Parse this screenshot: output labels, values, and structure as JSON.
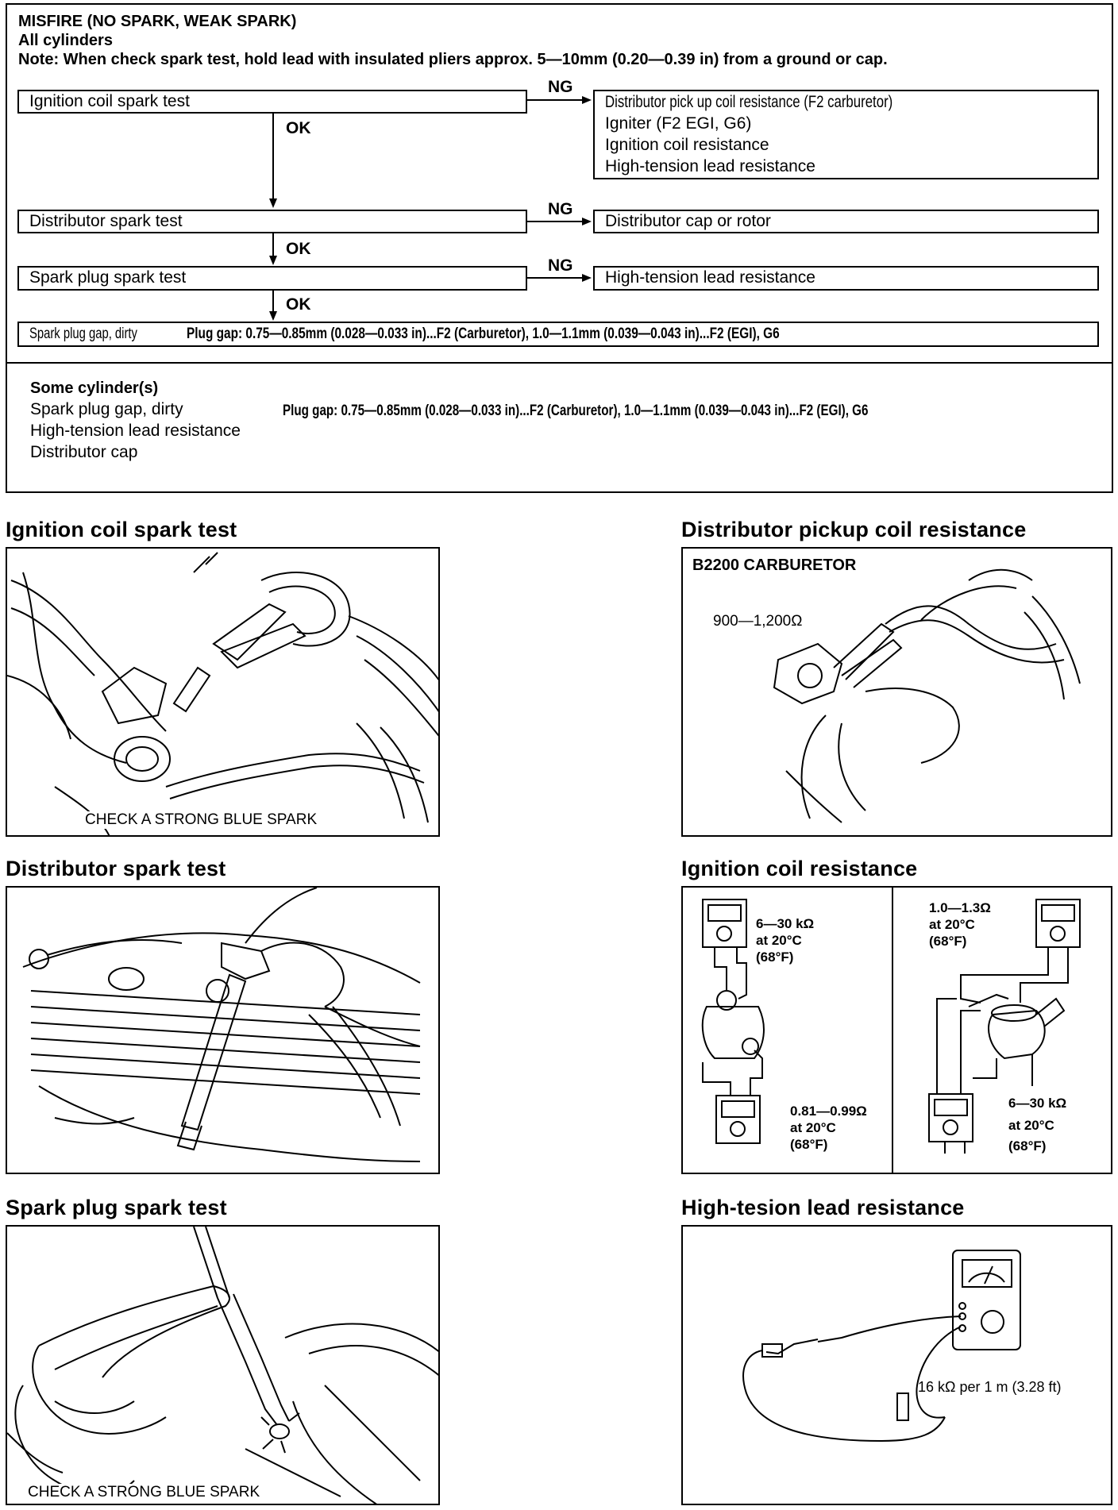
{
  "flowchart": {
    "title": "MISFIRE (NO SPARK, WEAK SPARK)",
    "subtitle": "All cylinders",
    "note": "Note: When check spark test, hold lead with insulated pliers approx. 5—10mm (0.20—0.39 in) from a ground or cap.",
    "steps": [
      {
        "label": "Ignition coil spark test"
      },
      {
        "label": "Distributor spark test"
      },
      {
        "label": "Spark plug spark test"
      }
    ],
    "ok_label": "OK",
    "ng_label": "NG",
    "ng_results": {
      "coil": [
        "Distributor pick up coil resistance (F2 carburetor)",
        "Igniter (F2 EGI, G6)",
        "Ignition coil resistance",
        "High-tension lead resistance"
      ],
      "distributor": "Distributor cap or rotor",
      "plug": "High-tension lead resistance"
    },
    "final": {
      "label": "Spark plug gap, dirty",
      "spec": "Plug gap: 0.75—0.85mm (0.028—0.033 in)...F2 (Carburetor), 1.0—1.1mm (0.039—0.043 in)...F2 (EGI), G6"
    }
  },
  "some_cylinders": {
    "title": "Some cylinder(s)",
    "items": [
      "Spark plug gap, dirty",
      "High-tension lead resistance",
      "Distributor cap"
    ],
    "spec": "Plug gap: 0.75—0.85mm (0.028—0.033 in)...F2 (Carburetor), 1.0—1.1mm (0.039—0.043 in)...F2 (EGI), G6"
  },
  "figures": {
    "ignition_coil_spark_test": {
      "title": "Ignition coil spark test",
      "caption": "CHECK A STRONG BLUE SPARK"
    },
    "distributor_pickup_coil_resistance": {
      "title": "Distributor pickup coil resistance",
      "model": "B2200 CARBURETOR",
      "value": "900—1,200Ω"
    },
    "distributor_spark_test": {
      "title": "Distributor spark test"
    },
    "ignition_coil_resistance": {
      "title": "Ignition coil resistance",
      "left_top": [
        "6—30 kΩ",
        "at 20°C",
        "(68°F)"
      ],
      "left_bottom": [
        "0.81—0.99Ω",
        "at 20°C",
        "(68°F)"
      ],
      "right_top": [
        "1.0—1.3Ω",
        "at 20°C",
        "(68°F)"
      ],
      "right_bottom": [
        "6—30 kΩ",
        "at 20°C",
        "(68°F)"
      ]
    },
    "spark_plug_spark_test": {
      "title": "Spark plug spark test",
      "caption": "CHECK A STRONG BLUE SPARK"
    },
    "high_tension_lead_resistance": {
      "title": "High-tesion lead resistance",
      "value": "16 kΩ per 1 m (3.28 ft)"
    }
  }
}
